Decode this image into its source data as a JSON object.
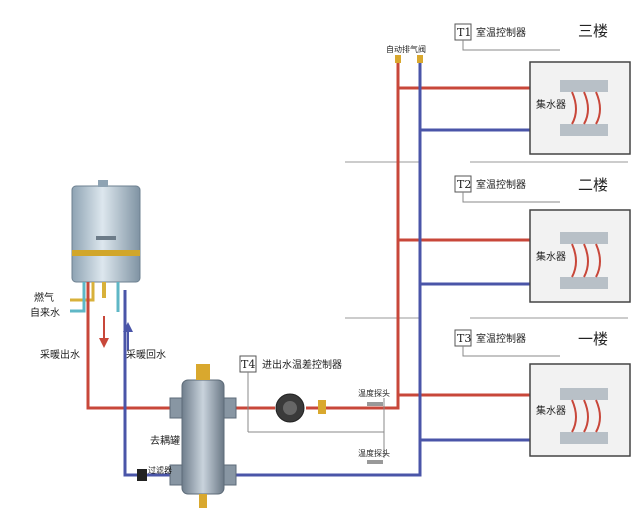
{
  "labels": {
    "auto_vent_valve": "自动排气阀",
    "gas": "燃气",
    "tap_water": "自来水",
    "heating_outlet": "采暖出水",
    "heating_return": "采暖回水",
    "decoupling_tank": "去耦罐",
    "filter": "过滤器",
    "temp_probe_upper": "温度探头",
    "temp_probe_lower": "温度探头",
    "controller_t4_tag": "T4",
    "controller_t4_label": "进出水温差控制器"
  },
  "floors": [
    {
      "name": "三楼",
      "controller_tag": "T1",
      "controller_label": "室温控制器",
      "manifold_label": "集水器"
    },
    {
      "name": "二楼",
      "controller_tag": "T2",
      "controller_label": "室温控制器",
      "manifold_label": "集水器"
    },
    {
      "name": "一楼",
      "controller_tag": "T3",
      "controller_label": "室温控制器",
      "manifold_label": "集水器"
    }
  ],
  "colors": {
    "supply_pipe": "#c8473a",
    "return_pipe": "#4a55a8",
    "boiler_body": "#b9cad6",
    "gas_pipe": "#d8b13a",
    "water_pipe": "#5fb7c6",
    "tank_body": "#9aa8b6",
    "valve_brass": "#d9a82e"
  }
}
